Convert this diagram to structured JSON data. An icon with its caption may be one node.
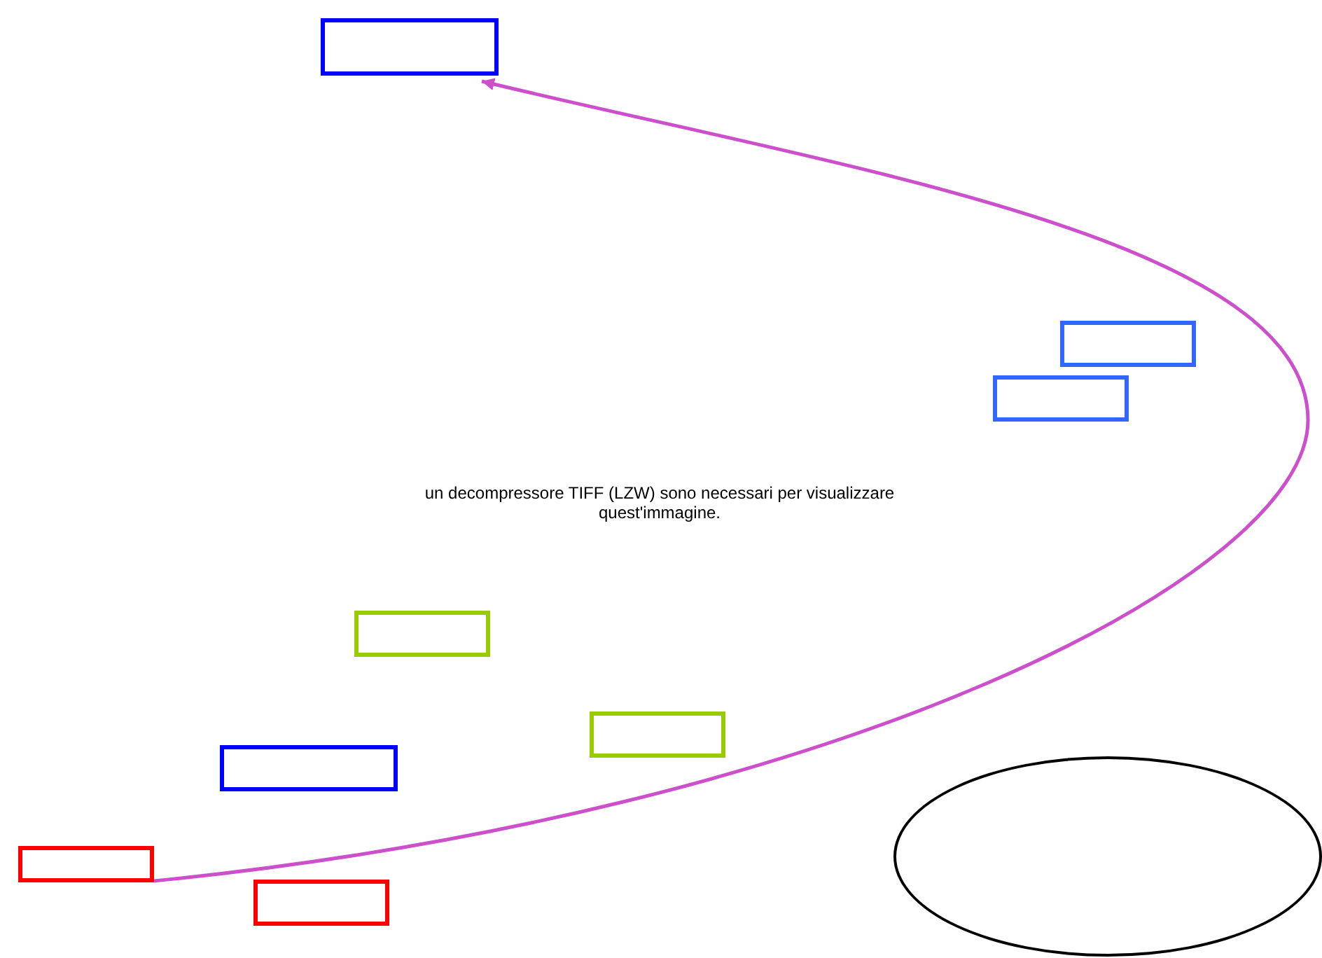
{
  "diagram": {
    "nodes": [
      {
        "text": [],
        "shape": "box"
      },
      {
        "text": [],
        "shape": "box"
      },
      {
        "text": [],
        "shape": "box"
      },
      {
        "text": [],
        "shape": "box"
      },
      {
        "text": [],
        "shape": "box"
      },
      {
        "text": [],
        "shape": "box"
      },
      {
        "text": [],
        "shape": "ellipse"
      },
      {
        "text": [],
        "shape": "box"
      },
      {
        "text": [],
        "shape": "box"
      }
    ],
    "edges": [
      {
        "from": 7,
        "to": 0,
        "arrow": "to"
      }
    ],
    "labels": [
      "un decompressore TIFF (LZW) sono necessari per visualizzare quest'immagine."
    ]
  }
}
